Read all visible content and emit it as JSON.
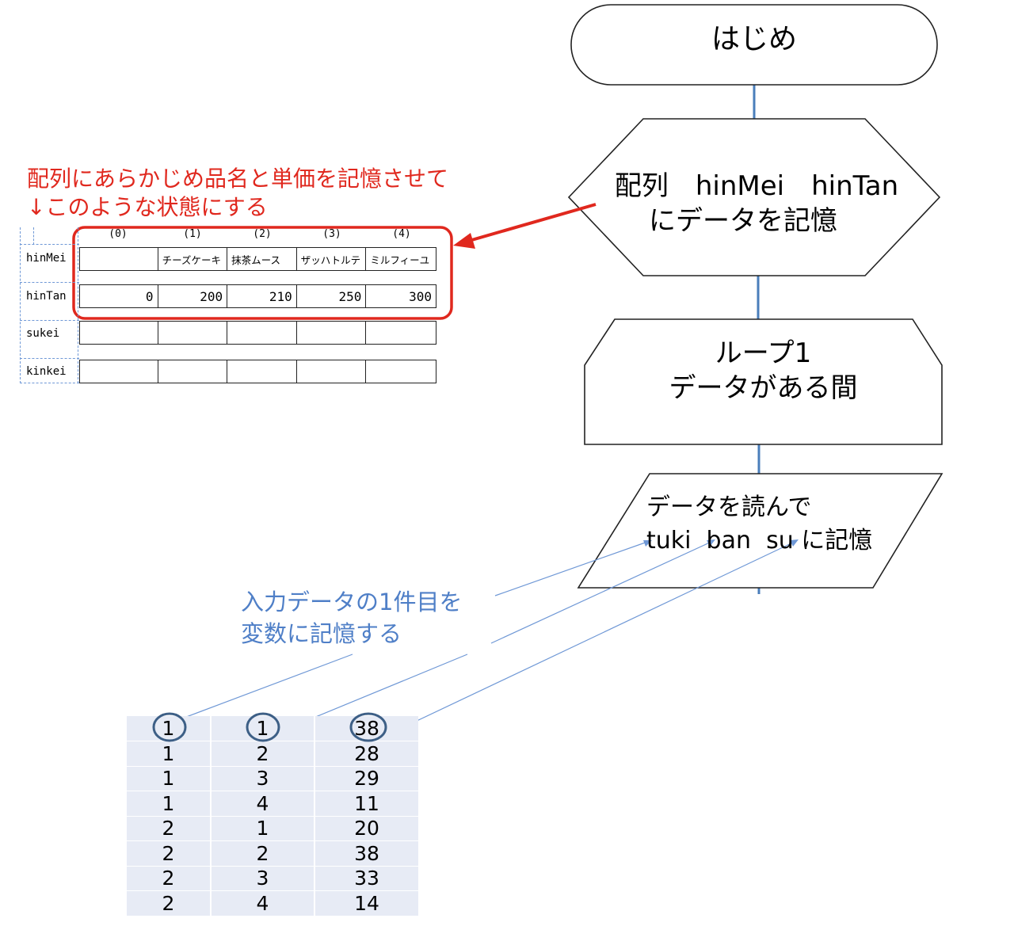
{
  "flowchart": {
    "start": "はじめ",
    "prep": [
      "配列　hinMei　hinTan",
      "にデータを記憶"
    ],
    "loop": [
      "ループ1",
      "データがある間"
    ],
    "io": [
      "データを読んで",
      "tuki  ban  su に記憶"
    ]
  },
  "notes": {
    "red": [
      "配列にあらかじめ品名と単価を記憶させて",
      "↓このような状態にする"
    ],
    "blue": [
      "入力データの1件目を",
      "変数に記憶する"
    ]
  },
  "array_table": {
    "indices": [
      "(0)",
      "(1)",
      "(2)",
      "(3)",
      "(4)"
    ],
    "rows": [
      {
        "label": "hinMei",
        "cells": [
          "",
          "チーズケーキ",
          "抹茶ムース",
          "ザッハトルテ",
          "ミルフィーユ"
        ]
      },
      {
        "label": "hinTan",
        "cells": [
          "0",
          "200",
          "210",
          "250",
          "300"
        ]
      },
      {
        "label": "sukei",
        "cells": [
          "",
          "",
          "",
          "",
          ""
        ]
      },
      {
        "label": "kinkei",
        "cells": [
          "",
          "",
          "",
          "",
          ""
        ]
      }
    ]
  },
  "data_table": [
    [
      "1",
      "1",
      "38"
    ],
    [
      "1",
      "2",
      "28"
    ],
    [
      "1",
      "3",
      "29"
    ],
    [
      "1",
      "4",
      "11"
    ],
    [
      "2",
      "1",
      "20"
    ],
    [
      "2",
      "2",
      "38"
    ],
    [
      "2",
      "3",
      "33"
    ],
    [
      "2",
      "4",
      "14"
    ]
  ],
  "colors": {
    "red": "#e0281e",
    "blue_note": "#4f7fc7",
    "flow_line": "#4a7ebb",
    "circle": "#3d5f86",
    "table_bg": "#e7ebf5"
  }
}
